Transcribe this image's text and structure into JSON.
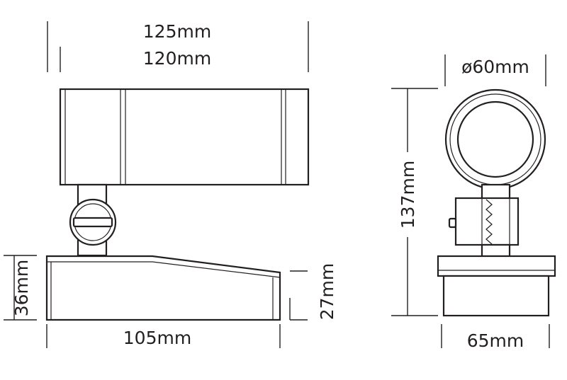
{
  "dimensions": {
    "side_length_total": "125mm",
    "side_length_body": "120mm",
    "base_height_left": "36mm",
    "base_height_right": "27mm",
    "base_length": "105mm",
    "front_diameter": "ø60mm",
    "front_height": "137mm",
    "front_base_width": "65mm"
  },
  "colors": {
    "line": "#231f20",
    "background": "#ffffff"
  }
}
